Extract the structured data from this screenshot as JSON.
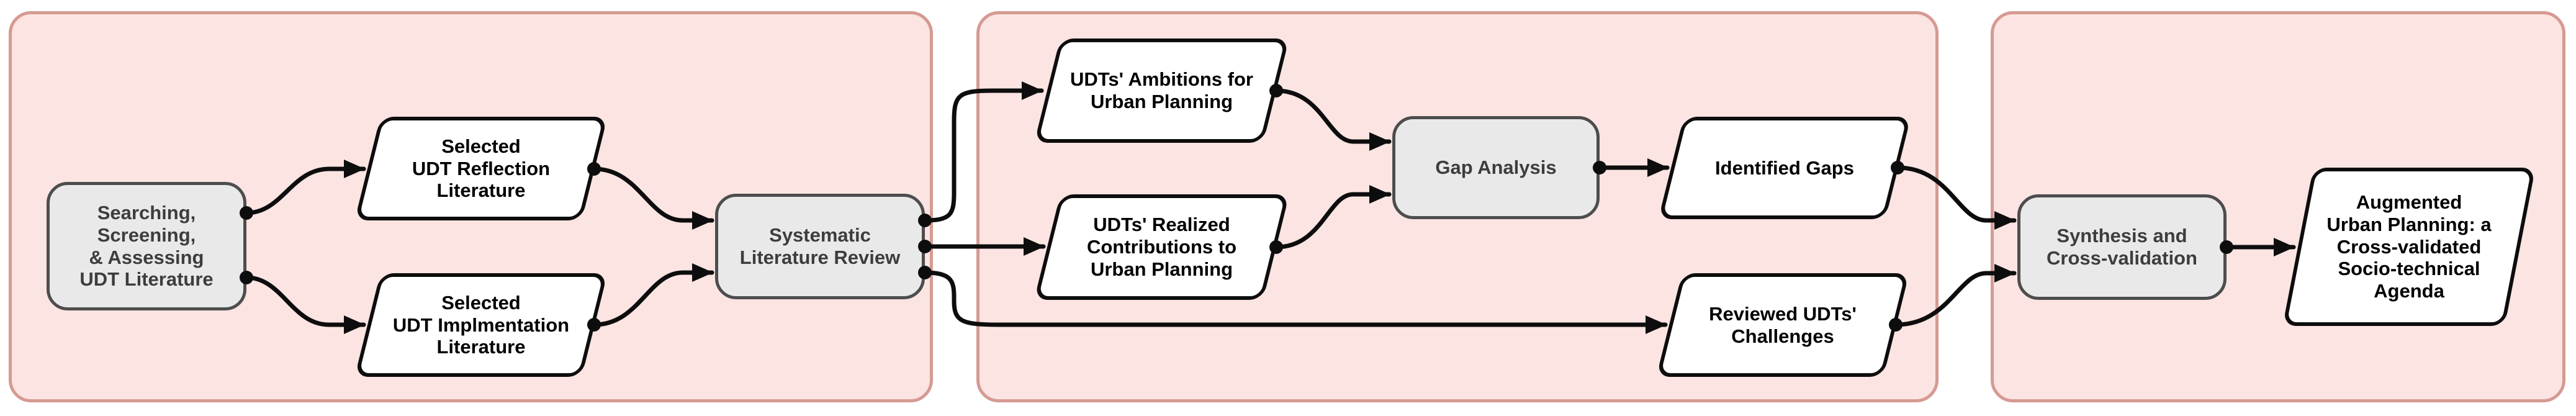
{
  "diagram": {
    "type": "flowchart",
    "orientation": "left-to-right",
    "colors": {
      "background": "#ffffff",
      "panel_fill": "#fbe4e2",
      "panel_border": "#d59a93",
      "process_fill": "#e9e9e9",
      "process_border": "#4d4d4d",
      "process_text": "#3d3d3d",
      "data_fill": "#ffffff",
      "data_border": "#0d0d0d",
      "data_text": "#000000",
      "arrow": "#0d0d0d"
    },
    "panels": [
      {
        "id": "panel-1",
        "contains": [
          "search_screen_assess",
          "selected_reflection",
          "selected_implementation",
          "systematic_review"
        ]
      },
      {
        "id": "panel-2",
        "contains": [
          "ambitions",
          "realized",
          "gap_analysis",
          "identified_gaps",
          "reviewed_challenges"
        ]
      },
      {
        "id": "panel-3",
        "contains": [
          "synthesis",
          "agenda"
        ]
      }
    ],
    "nodes": {
      "search_screen_assess": {
        "type": "process",
        "label": "Searching,\nScreening,\n& Assessing\nUDT Literature"
      },
      "selected_reflection": {
        "type": "data",
        "label": "Selected\nUDT Reflection\nLiterature"
      },
      "selected_implementation": {
        "type": "data",
        "label": "Selected\nUDT Implmentation\nLiterature"
      },
      "systematic_review": {
        "type": "process",
        "label": "Systematic\nLiterature Review"
      },
      "ambitions": {
        "type": "data",
        "label": "UDTs' Ambitions for\nUrban Planning"
      },
      "realized": {
        "type": "data",
        "label": "UDTs' Realized\nContributions to\nUrban Planning"
      },
      "gap_analysis": {
        "type": "process",
        "label": "Gap Analysis"
      },
      "identified_gaps": {
        "type": "data",
        "label": "Identified Gaps"
      },
      "reviewed_challenges": {
        "type": "data",
        "label": "Reviewed UDTs'\nChallenges"
      },
      "synthesis": {
        "type": "process",
        "label": "Synthesis and\nCross-validation"
      },
      "agenda": {
        "type": "data",
        "label": "Augmented\nUrban Planning: a\nCross-validated\nSocio-technical\nAgenda"
      }
    },
    "edges": [
      {
        "from": "search_screen_assess",
        "to": "selected_reflection"
      },
      {
        "from": "search_screen_assess",
        "to": "selected_implementation"
      },
      {
        "from": "selected_reflection",
        "to": "systematic_review"
      },
      {
        "from": "selected_implementation",
        "to": "systematic_review"
      },
      {
        "from": "systematic_review",
        "to": "ambitions"
      },
      {
        "from": "systematic_review",
        "to": "realized"
      },
      {
        "from": "systematic_review",
        "to": "reviewed_challenges"
      },
      {
        "from": "ambitions",
        "to": "gap_analysis"
      },
      {
        "from": "realized",
        "to": "gap_analysis"
      },
      {
        "from": "gap_analysis",
        "to": "identified_gaps"
      },
      {
        "from": "identified_gaps",
        "to": "synthesis"
      },
      {
        "from": "reviewed_challenges",
        "to": "synthesis"
      },
      {
        "from": "synthesis",
        "to": "agenda"
      }
    ]
  }
}
